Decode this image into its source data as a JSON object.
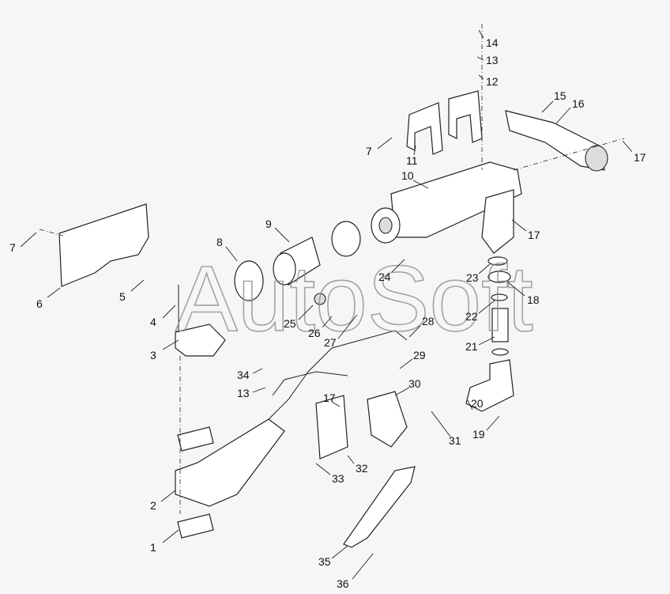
{
  "watermark": "AutoSoft",
  "callouts": [
    "14",
    "13",
    "12",
    "15",
    "16",
    "17",
    "7",
    "11",
    "10",
    "17",
    "9",
    "8",
    "7",
    "24",
    "23",
    "18",
    "5",
    "6",
    "4",
    "25",
    "26",
    "27",
    "22",
    "28",
    "3",
    "21",
    "29",
    "34",
    "13",
    "17",
    "30",
    "20",
    "31",
    "19",
    "32",
    "33",
    "2",
    "1",
    "35",
    "36"
  ],
  "colors": {
    "background": "#f6f6f6",
    "line": "#222222",
    "watermark": "#888888"
  }
}
